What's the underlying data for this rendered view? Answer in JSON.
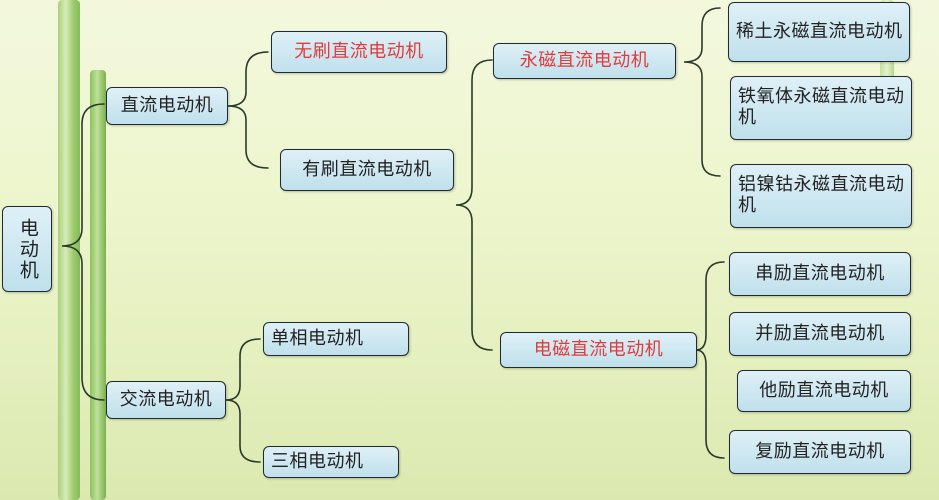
{
  "diagram": {
    "root": "电动机",
    "dc": "直流电动机",
    "ac": "交流电动机",
    "brushless": "无刷直流电动机",
    "brushed": "有刷直流电动机",
    "single_phase": "单相电动机",
    "three_phase": "三相电动机",
    "permanent_magnet": "永磁直流电动机",
    "electromagnetic": "电磁直流电动机",
    "rare_earth": "稀土永磁直流电动机",
    "ferrite": "铁氧体永磁直流电动机",
    "alnico": "铝镍钴永磁直流电动机",
    "series": "串励直流电动机",
    "parallel": "并励直流电动机",
    "separate": "他励直流电动机",
    "compound": "复励直流电动机"
  },
  "colors": {
    "highlight_text": "#e13b3b",
    "node_fill": "#cfe8f2",
    "line": "#2b3a2b"
  }
}
